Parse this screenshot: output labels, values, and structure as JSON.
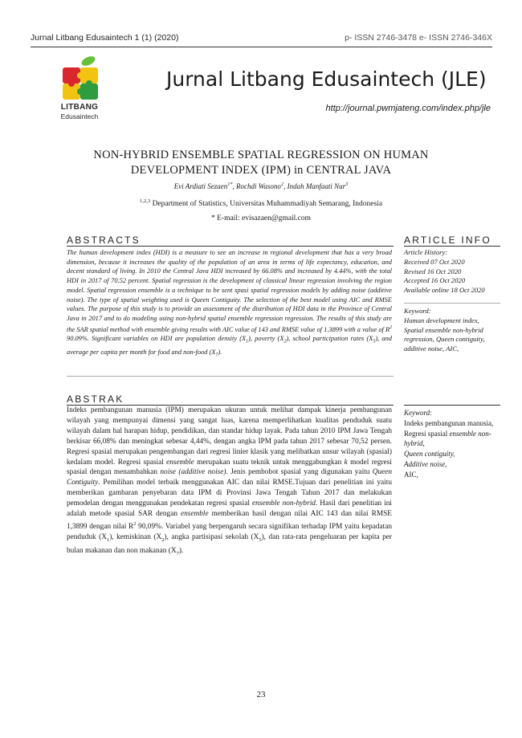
{
  "header": {
    "journal_issue": "Jurnal Litbang Edusaintech 1 (1) (2020)",
    "issn": "p- ISSN 2746-3478  e- ISSN 2746-346X"
  },
  "logo": {
    "line1": "LITBANG",
    "line2": "Edusaintech"
  },
  "journal": {
    "name": "Jurnal Litbang Edusaintech (JLE)",
    "url": "http://journal.pwmjateng.com/index.php/jle"
  },
  "article": {
    "title_line1": "NON-HYBRID ENSEMBLE SPATIAL REGRESSION ON HUMAN",
    "title_line2": "DEVELOPMENT INDEX (IPM) in CENTRAL JAVA",
    "authors": "Evi Ardiati Sezaen",
    "authors_rest": ", Rochdi Wasono",
    "authors_rest2": ", Indah Manfaati Nur",
    "sup1": "1*",
    "sup2": "2",
    "sup3": "3",
    "affil_sup": "1,2,3",
    "affiliation": " Department of Statistics, Universitas Muhammadiyah Semarang, Indonesia",
    "email": "* E-mail: evisazaen@gmail.com"
  },
  "sections": {
    "abstracts": "ABSTRACTS",
    "article_info": "ARTICLE INFO",
    "abstrak": "ABSTRAK"
  },
  "abstract_en": {
    "p1": "The human development index (HDI) is a measure to see an increase in regional development that has a very broad dimension, because it increases the quality of the population of an area in terms of life expectancy, education, and decent standard of living. In 2010 the Central Java HDI increased by 66.08% and increased by 4.44%, with the total HDI in 2017 of 70.52 percent. Spatial regression is the development of classical linear regression involving the region model. Spatial regression ensemble is a technique to be sent spasi spatial regression models by adding noise (additive noise). The type of spatial weighting used is Queen Contiguity. The selection of the best model using AIC and RMSE values. The purpose of this study is to provide an assessment of the distribution of HDI data in the Province of Central Java in 2017 and to do modeling using non-hybrid spatial ensemble regression regression. The results of this study are the SAR spatial method with ensemble giving results with AIC value of 143 and RMSE value of 1.3899 with a value of R",
    "r2_sup": "2",
    "p1_end": " 90.09%. Significant variables on HDI are population density (X",
    "x1": "1",
    "p2": "), poverty (X",
    "x2": "2",
    "p3": "), school participation rates (X",
    "x5": "5",
    "p4": "), and average per capita per month for food and non-food (X",
    "x7": "7",
    "p5": ")."
  },
  "article_info": {
    "history_label": "Article History:",
    "received": "Received 07 Oct 2020",
    "revised": "Revised 16 Oct 2020",
    "accepted": "Accepted 16 Oct 2020",
    "available": "Available online 18 Oct 2020",
    "keyword_label": "Keyword:",
    "keywords": "Human development index, Spatial ensemble non-hybrid regression, Queen contiguity, additive noise, AIC,"
  },
  "abstrak_id": {
    "p1": "Indeks pembangunan manusia (IPM) merupakan ukuran untuk melihat dampak kinerja pembangunan wilayah yang mempunyai dimensi yang sangat luas, karena memperlihatkan kualitas penduduk suatu wilayah dalam hal harapan hidup, pendidikan, dan standar hidup layak. Pada tahun 2010 IPM Jawa Tengah berkisar 66,08% dan meningkat sebesar 4,44%, dengan angka IPM pada tahun 2017 sebesar 70,52 persen. Regresi spasial merupakan pengembangan dari regresi linier klasik yang melibatkan unsur wilayah (spasial) kedalam model. Regresi spasial ",
    "ensemble1": "ensemble",
    "p2": " merupakan suatu teknik untuk menggabungkan ",
    "k": "k",
    "p3": " model regresi spasial dengan menambahkan ",
    "noise": "noise (additive noise)",
    "p4": ". Jenis pembobot spasial yang digunakan yaitu ",
    "queen": "Queen Contiguity",
    "p5": ". Pemilihan model terbaik menggunakan AIC dan nilai RMSE.Tujuan dari penelitian ini yaitu memberikan gambaran penyebaran data IPM di Provinsi Jawa Tengah Tahun 2017 dan melakukan pemodelan dengan menggunakan pendekatan regresi spasial ",
    "ensemble2": "ensemble non-hybrid",
    "p6": ". Hasil dari penelitian ini adalah metode spasial SAR dengan ",
    "ensemble3": "ensemble",
    "p7": " memberikan hasil dengan nilai AIC 143 dan nilai RMSE 1,3899 dengan nilai R",
    "r2": "2",
    "p8": " 90,09%. Variabel yang berpengaruh secara signifikan terhadap IPM yaitu kepadatan penduduk (X",
    "x1": "1",
    "p9": "), kemiskinan (X",
    "x2": "2",
    "p10": "), angka partisipasi sekolah (X",
    "x5": "5",
    "p11": "), dan rata-rata pengeluaran per kapita per bulan makanan dan non makanan (X",
    "x7": "7",
    "p12": ")."
  },
  "kata_kunci": {
    "label": "Keyword:",
    "k1": "Indeks pembangunan manusia,",
    "k2a": "Regresi spasial ",
    "k2b": "ensemble non-hybrid,",
    "k3": "Queen contiguity,",
    "k4": "Additive noise,",
    "k5": "AIC,"
  },
  "page_number": "23",
  "colors": {
    "logo_red": "#d9272e",
    "logo_yellow": "#f2c313",
    "logo_green": "#2e9c3f",
    "leaf_green": "#6abf3b"
  }
}
